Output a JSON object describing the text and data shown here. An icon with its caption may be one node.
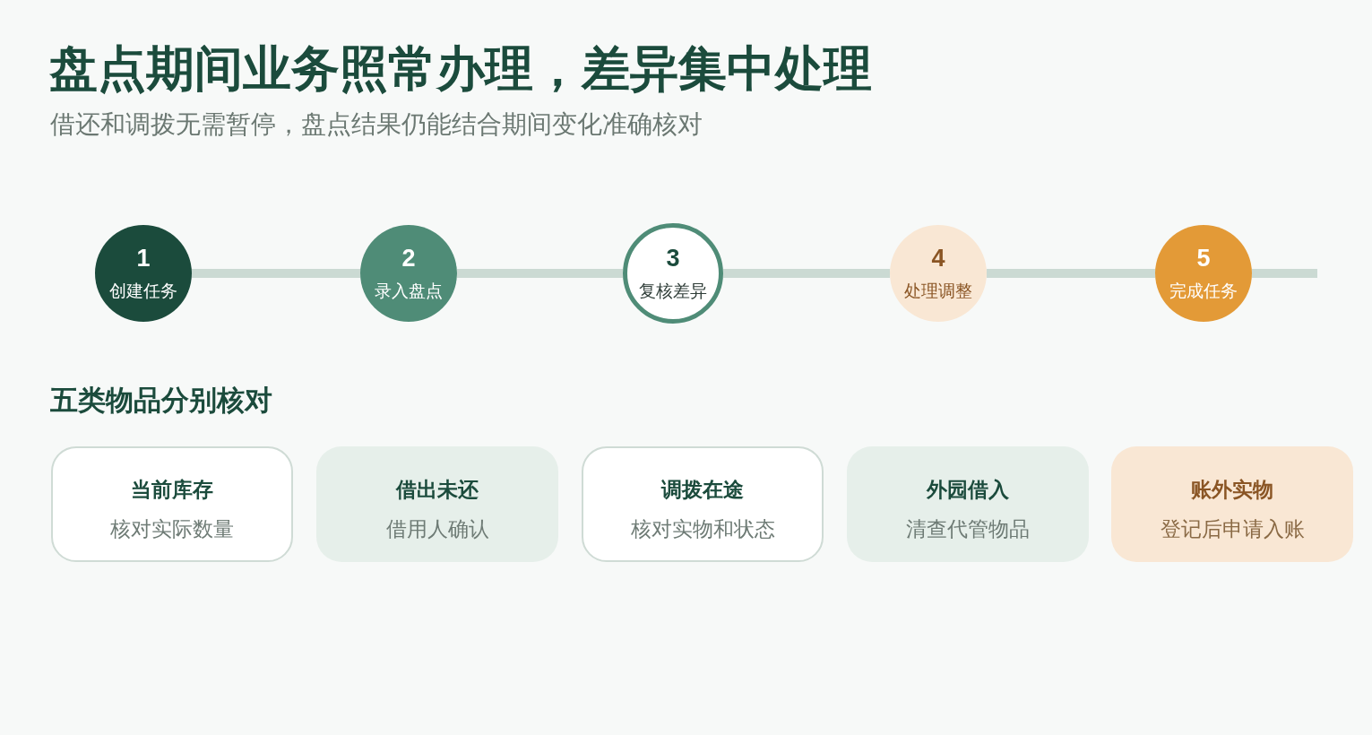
{
  "diagram": {
    "title": "盘点期间业务照常办理，差异集中处理",
    "nodes": [
      {
        "text": [
          "1",
          "创建任务"
        ]
      },
      {
        "text": [
          "2",
          "录入盘点"
        ]
      },
      {
        "text": [
          "3",
          "复核差异"
        ]
      },
      {
        "text": [
          "4",
          "处理调整"
        ]
      },
      {
        "text": [
          "5",
          "完成任务"
        ]
      },
      {
        "text": [
          "当前库存",
          "核对实际数量"
        ]
      },
      {
        "text": [
          "借出未还",
          "借用人确认"
        ]
      },
      {
        "text": [
          "调拨在途",
          "核对实物和状态"
        ]
      },
      {
        "text": [
          "外园借入",
          "清查代管物品"
        ]
      },
      {
        "text": [
          "账外实物",
          "登记后申请入账"
        ]
      }
    ],
    "edges": [
      {
        "from": 0,
        "to": 1,
        "arrow": "none"
      },
      {
        "from": 1,
        "to": 2,
        "arrow": "none"
      },
      {
        "from": 2,
        "to": 3,
        "arrow": "none"
      },
      {
        "from": 3,
        "to": 4,
        "arrow": "none"
      },
      {
        "from": 4,
        "to": null,
        "arrow": "none"
      }
    ],
    "labels": [
      "借还和调拨无需暂停，盘点结果仍能结合期间变化准确核对",
      "五类物品分别核对"
    ]
  }
}
